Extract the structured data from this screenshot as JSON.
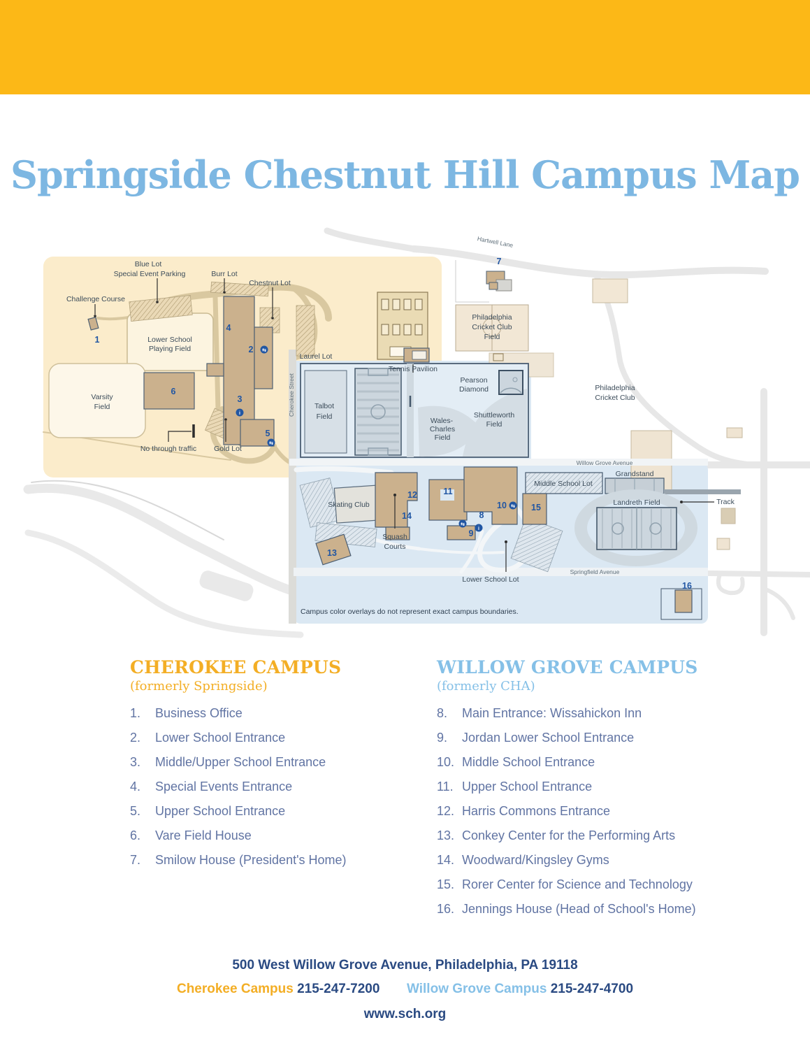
{
  "title": "Springside Chestnut Hill Campus Map",
  "colors": {
    "banner": "#fcb817",
    "title_blue": "#7db7e2",
    "cherokee_accent": "#f3ae25",
    "willow_accent": "#85c0e7",
    "list_text": "#6174a3",
    "navy": "#2a4a82",
    "yellow_overlay": "#fbeccb",
    "blue_overlay": "#dbe8f3",
    "building_tan": "#cbb18d",
    "marker_blue": "#2156a3"
  },
  "map": {
    "labels": {
      "blue_lot_1": "Blue Lot",
      "blue_lot_2": "Special Event Parking",
      "burr_lot": "Burr Lot",
      "chestnut_lot": "Chestnut Lot",
      "challenge_course": "Challenge Course",
      "lower_school_field_1": "Lower School",
      "lower_school_field_2": "Playing Field",
      "varsity_1": "Varsity",
      "varsity_2": "Field",
      "laurel_lot": "Laurel Lot",
      "cherokee_street": "Cherokee Street",
      "no_through_traffic": "No through traffic",
      "gold_lot": "Gold Lot",
      "tennis_pavilion": "Tennis Pavilion",
      "talbot_1": "Talbot",
      "talbot_2": "Field",
      "wales_1": "Wales-",
      "wales_2": "Charles",
      "wales_3": "Field",
      "pearson_1": "Pearson",
      "pearson_2": "Diamond",
      "shuttleworth_1": "Shuttleworth",
      "shuttleworth_2": "Field",
      "pcc_field_1": "Philadelphia",
      "pcc_field_2": "Cricket Club",
      "pcc_field_3": "Field",
      "pcc_1": "Philadelphia",
      "pcc_2": "Cricket Club",
      "hartwell_lane": "Hartwell Lane",
      "willow_grove_ave": "Willow Grove Avenue",
      "springfield_ave": "Springfield Avenue",
      "middle_school_lot": "Middle School Lot",
      "grandstand": "Grandstand",
      "landreth_field": "Landreth Field",
      "track": "Track",
      "skating_club": "Skating Club",
      "squash_1": "Squash",
      "squash_2": "Courts",
      "lower_school_lot": "Lower School Lot",
      "disclaimer": "Campus color overlays do not represent exact campus boundaries."
    },
    "icons": {
      "loop": "⇆",
      "info": "i"
    },
    "markers": [
      "1",
      "2",
      "3",
      "4",
      "5",
      "6",
      "7",
      "8",
      "9",
      "10",
      "11",
      "12",
      "13",
      "14",
      "15",
      "16"
    ]
  },
  "legend": {
    "cherokee": {
      "title": "CHEROKEE CAMPUS",
      "subtitle": "(formerly Springside)",
      "items": [
        {
          "num": "1.",
          "label": "Business Office"
        },
        {
          "num": "2.",
          "label": "Lower School Entrance"
        },
        {
          "num": "3.",
          "label": "Middle/Upper School Entrance"
        },
        {
          "num": "4.",
          "label": "Special Events Entrance"
        },
        {
          "num": "5.",
          "label": "Upper School Entrance"
        },
        {
          "num": "6.",
          "label": "Vare Field House"
        },
        {
          "num": "7.",
          "label": "Smilow House (President's Home)"
        }
      ]
    },
    "willow": {
      "title": "WILLOW GROVE CAMPUS",
      "subtitle": "(formerly CHA)",
      "items": [
        {
          "num": "8.",
          "label": "Main Entrance: Wissahickon Inn"
        },
        {
          "num": "9.",
          "label": "Jordan Lower School Entrance"
        },
        {
          "num": "10.",
          "label": "Middle School Entrance"
        },
        {
          "num": "11.",
          "label": "Upper School Entrance"
        },
        {
          "num": "12.",
          "label": "Harris Commons Entrance"
        },
        {
          "num": "13.",
          "label": "Conkey Center for the Performing Arts"
        },
        {
          "num": "14.",
          "label": "Woodward/Kingsley Gyms"
        },
        {
          "num": "15.",
          "label": "Rorer Center for Science and Technology"
        },
        {
          "num": "16.",
          "label": "Jennings House (Head of School's Home)"
        }
      ]
    }
  },
  "footer": {
    "address": "500 West Willow Grove Avenue, Philadelphia, PA 19118",
    "cherokee_label": "Cherokee Campus",
    "cherokee_phone": "215-247-7200",
    "willow_label": "Willow Grove Campus",
    "willow_phone": "215-247-4700",
    "website": "www.sch.org"
  }
}
